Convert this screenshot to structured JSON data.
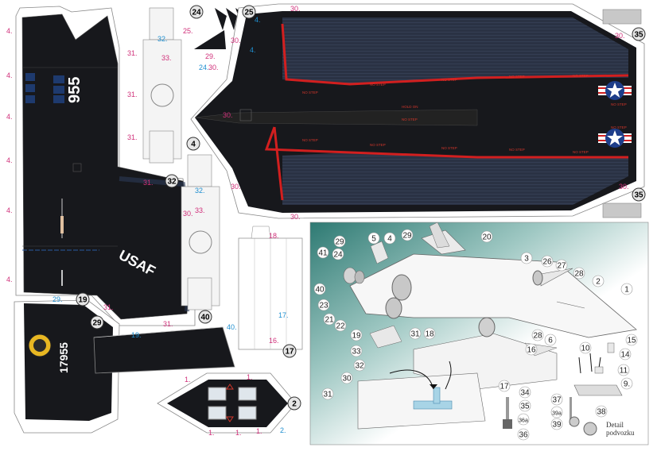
{
  "title_codes": {
    "code_955": "955",
    "code_usaf": "USAF",
    "code_17955": "17955"
  },
  "detail_caption": [
    "Detail",
    "podvozku"
  ],
  "nostep_labels": [
    "NO STEP",
    "NO STEP",
    "NO STEP",
    "NO STEP",
    "NO STEP",
    "NO STEP",
    "NO STEP",
    "NO STEP",
    "NO STEP",
    "NO STEP",
    "NO STEP",
    "NO STEP"
  ],
  "hold_labels": [
    "HOLD ON",
    "NO STEP"
  ],
  "badges": [
    {
      "n": "24"
    },
    {
      "n": "25"
    },
    {
      "n": "35"
    },
    {
      "n": "4"
    },
    {
      "n": "32"
    },
    {
      "n": "35"
    },
    {
      "n": "19"
    },
    {
      "n": "29"
    },
    {
      "n": "40"
    },
    {
      "n": "17"
    },
    {
      "n": "2"
    }
  ],
  "small_labels": [
    "4.",
    "4.",
    "4.",
    "4.",
    "4.",
    "4.",
    "4.",
    "31.",
    "31.",
    "31.",
    "31.",
    "31.",
    "31.",
    "30.",
    "30.",
    "30.",
    "30.",
    "30.",
    "30.",
    "30.",
    "30.",
    "30.",
    "29.",
    "24.",
    "33.",
    "32.",
    "32.",
    "33.",
    "25.",
    "18.",
    "16.",
    "17.",
    "40.",
    "19.",
    "29.",
    "1.",
    "1.",
    "1.",
    "1.",
    "1.",
    "2.",
    "4."
  ],
  "assembly_numbers": [
    "5",
    "4",
    "29",
    "20",
    "29",
    "24",
    "41",
    "40",
    "23",
    "21",
    "22",
    "19",
    "33",
    "32",
    "30",
    "31",
    "3",
    "26",
    "27",
    "28",
    "2",
    "1",
    "31",
    "18",
    "6",
    "16",
    "28",
    "15",
    "10",
    "14",
    "11",
    "9.",
    "17",
    "34",
    "35",
    "36a",
    "36",
    "37",
    "39a",
    "39",
    "38"
  ]
}
